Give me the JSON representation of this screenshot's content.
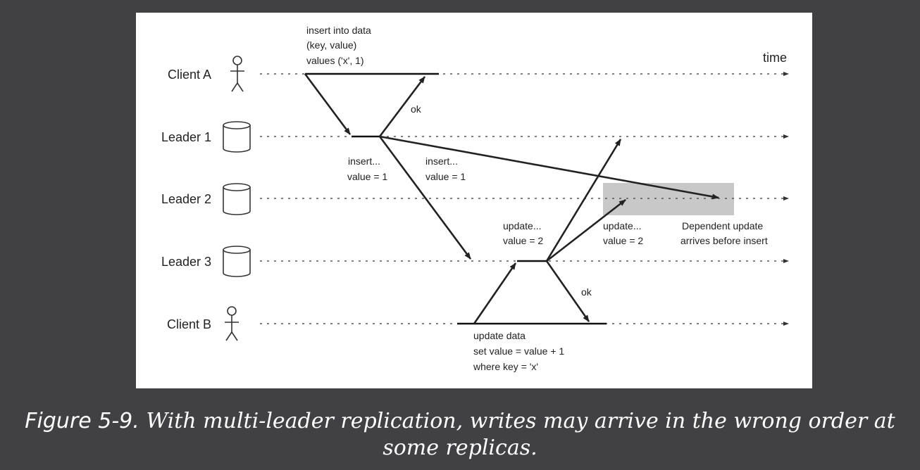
{
  "lanes": [
    "Client A",
    "Leader 1",
    "Leader 2",
    "Leader 3",
    "Client B"
  ],
  "axis_label": "time",
  "notes": {
    "client_a_query": [
      "insert into data",
      "(key, value)",
      "values ('x', 1)"
    ],
    "ok_a": "ok",
    "insert_l2": [
      "insert...",
      "value = 1"
    ],
    "insert_l3": [
      "insert...",
      "value = 1"
    ],
    "update_l1": [
      "update...",
      "value = 2"
    ],
    "update_l2": [
      "update...",
      "value = 2"
    ],
    "dependent": [
      "Dependent update",
      "arrives before insert"
    ],
    "ok_b": "ok",
    "client_b_query": [
      "update data",
      "set value = value + 1",
      "where key = 'x'"
    ]
  },
  "colors": {
    "page_bg": "#414144",
    "panel_bg": "#ffffff",
    "highlight": "#c8c8c8",
    "caption_text": "#ffffff"
  },
  "caption": {
    "label": "Figure 5-9.",
    "text": "With multi-leader replication, writes may arrive in the wrong order at some replicas."
  }
}
